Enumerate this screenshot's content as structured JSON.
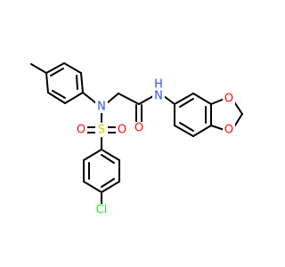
{
  "colors": {
    "bond": "#000000",
    "oxygen": "#ff0d0d",
    "nitrogen": "#3050f8",
    "sulfur": "#cccc00",
    "chlorine": "#1ff01f",
    "background": "#ffffff"
  },
  "atoms": {
    "amide_nh": "N",
    "amide_h": "H",
    "carbonyl_o": "O",
    "sulfonamide_n": "N",
    "sulfur": "S",
    "sulfonyl_o_left": "O",
    "sulfonyl_o_right": "O",
    "chlorine": "Cl",
    "dioxole_o_top": "O",
    "dioxole_o_bottom": "O"
  }
}
